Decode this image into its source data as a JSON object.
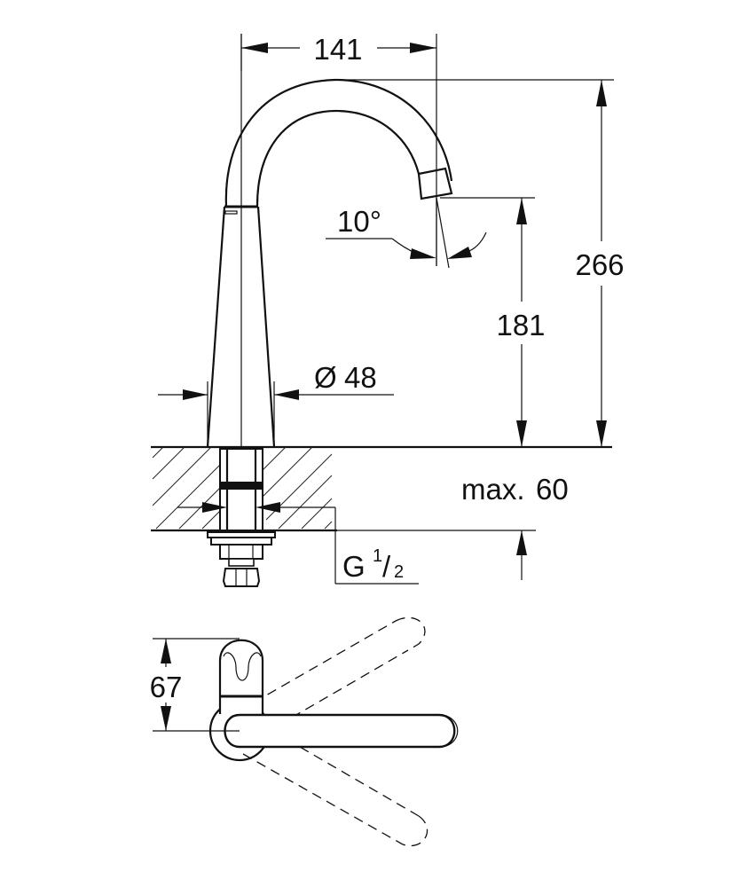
{
  "drawing": {
    "title": "Faucet technical drawing",
    "units": "mm",
    "views": [
      "side-elevation",
      "top-view"
    ]
  },
  "dimensions": {
    "spout_reach": "141",
    "total_height": "266",
    "outlet_height": "181",
    "base_diameter_symbol": "Ø",
    "base_diameter": "48",
    "spout_angle": "10°",
    "max_deck_thickness_prefix": "max.",
    "max_deck_thickness": "60",
    "thread_prefix": "G",
    "thread_numerator": "1",
    "thread_denominator": "2",
    "handle_offset": "67"
  },
  "colors": {
    "line": "#111111",
    "background": "#ffffff"
  }
}
